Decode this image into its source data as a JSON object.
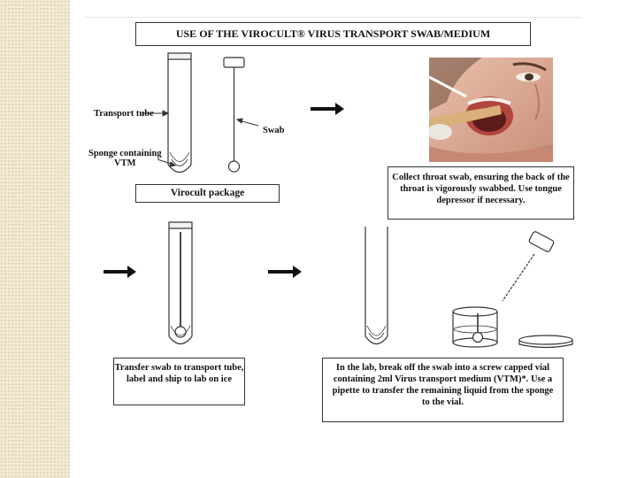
{
  "title": "USE OF THE VIROCULT® VIRUS TRANSPORT SWAB/MEDIUM",
  "package": {
    "caption": "Virocult package",
    "tube_label": "Transport tube",
    "sponge_label_line1": "Sponge containing",
    "sponge_label_line2": "VTM",
    "swab_label": "Swab"
  },
  "steps": {
    "collect": "Collect throat swab, ensuring the back of the throat is vigorously swabbed. Use tongue depressor if necessary.",
    "transfer": "Transfer swab to transport tube, label and ship to lab on ice",
    "lab": "In the lab, break off the swab into a screw capped vial containing 2ml Virus transport medium (VTM)*. Use a pipette to transfer the remaining liquid from the sponge to the vial."
  },
  "colors": {
    "side_strip": "#f3ead3",
    "text": "#111111",
    "line": "#333333"
  }
}
